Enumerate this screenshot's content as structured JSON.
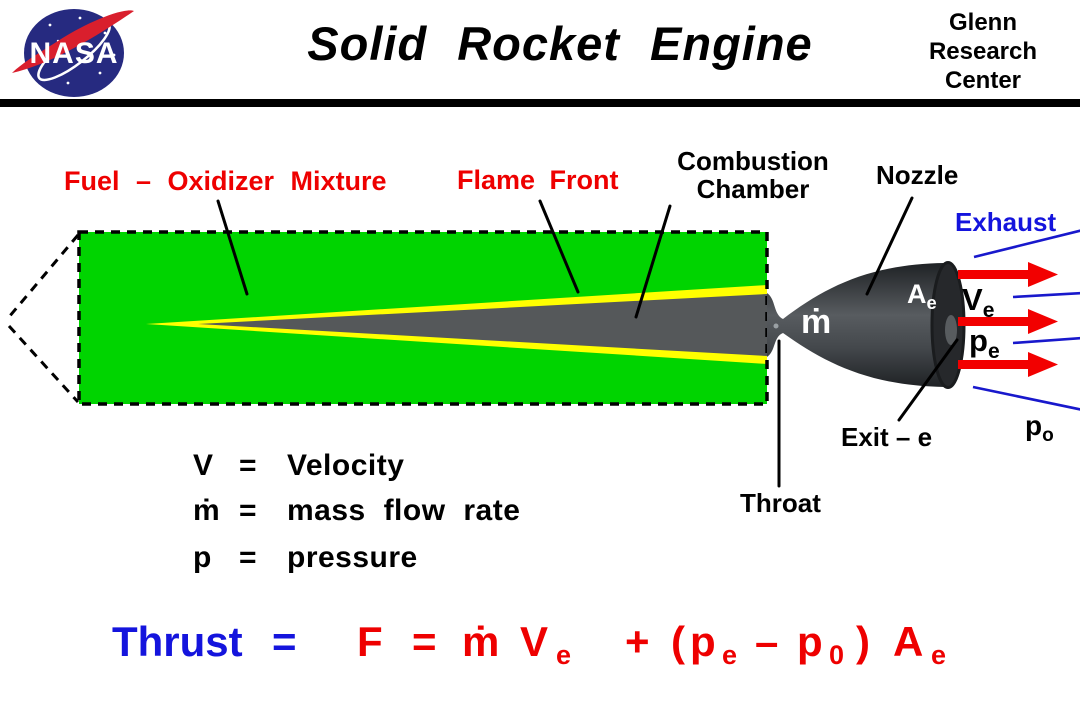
{
  "header": {
    "logo": {
      "name": "nasa-meatball",
      "text": "NASA"
    },
    "title": "Solid Rocket Engine",
    "org_line1": "Glenn",
    "org_line2": "Research",
    "org_line3": "Center"
  },
  "diagram": {
    "labels": {
      "fuel": "Fuel – Oxidizer Mixture",
      "flame": "Flame Front",
      "combustion_l1": "Combustion",
      "combustion_l2": "Chamber",
      "nozzle": "Nozzle",
      "exhaust": "Exhaust",
      "exit": "Exit – e",
      "throat": "Throat",
      "mdot": "ṁ",
      "ae": {
        "base": "A",
        "sub": "e"
      },
      "ve": {
        "base": "V",
        "sub": "e"
      },
      "pe": {
        "base": "p",
        "sub": "e"
      },
      "po": {
        "base": "p",
        "sub": "o"
      }
    },
    "definitions": [
      {
        "sym": "V",
        "eq": "=",
        "text": "Velocity"
      },
      {
        "sym": "ṁ",
        "eq": "=",
        "text": "mass flow rate"
      },
      {
        "sym": "p",
        "eq": "=",
        "text": "pressure"
      }
    ],
    "equation": {
      "lhs": "Thrust",
      "lhs_eq": "=",
      "f": "F",
      "f_eq": "=",
      "mdot": "ṁ",
      "v": "V",
      "v_sub": "e",
      "plus": "+",
      "open": "(",
      "p1": "p",
      "p1_sub": "e",
      "minus": "–",
      "p2": "p",
      "p2_sub": "0",
      "close": ")",
      "a": "A",
      "a_sub": "e"
    }
  },
  "colors": {
    "fuel_green": "#00d400",
    "flame_yellow": "#ffff00",
    "chamber_gray": "#55585a",
    "nozzle_dark": "#2a2d30",
    "label_red": "#ee0000",
    "streamline_blue": "#1818cc",
    "thrust_blue": "#1414dd",
    "arrow_red": "#f20000",
    "nasa_blue": "#262a80",
    "swoosh_red": "#d91f2d"
  }
}
